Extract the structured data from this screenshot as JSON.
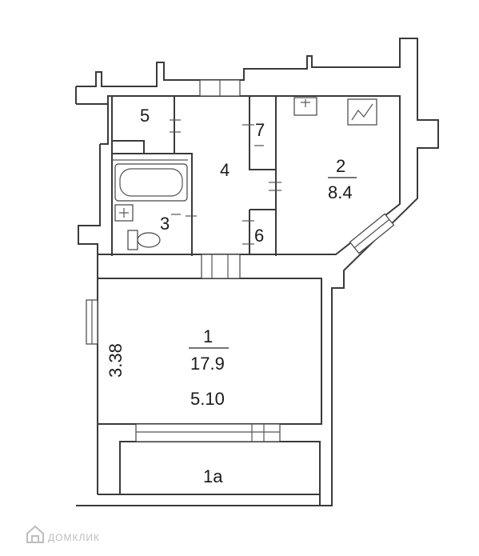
{
  "plan": {
    "rooms": [
      {
        "id": "r1",
        "number": "1",
        "area": "17.9",
        "width_label": "5.10",
        "height_label": "3.38"
      },
      {
        "id": "r1a",
        "number": "1a"
      },
      {
        "id": "r2",
        "number": "2",
        "area": "8.4"
      },
      {
        "id": "r3",
        "number": "3"
      },
      {
        "id": "r4",
        "number": "4"
      },
      {
        "id": "r5",
        "number": "5"
      },
      {
        "id": "r6",
        "number": "6"
      },
      {
        "id": "r7",
        "number": "7"
      }
    ]
  },
  "watermark": {
    "text": "ДОМКЛИК"
  }
}
